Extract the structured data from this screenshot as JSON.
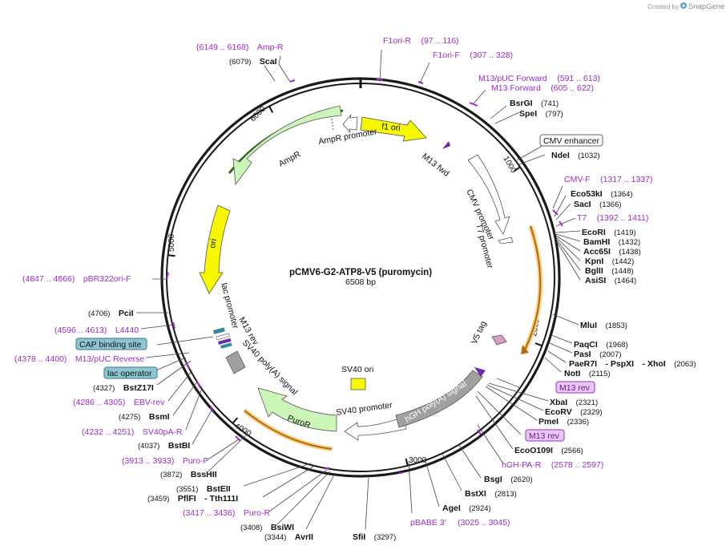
{
  "header": {
    "created_by": "Created by",
    "brand": "SnapGene"
  },
  "plasmid": {
    "name": "pCMV6-G2-ATP8-V5 (puromycin)",
    "length": "6508 bp",
    "total_bp": 6508
  },
  "ticks": [
    "1000",
    "2000",
    "3000",
    "4000",
    "5000",
    "6000"
  ],
  "features": [
    {
      "label": "f1 ori",
      "color": "#f7f700"
    },
    {
      "label": "AmpR promoter",
      "color": "#ffffff"
    },
    {
      "label": "AmpR",
      "color": "#ccf5b8"
    },
    {
      "label": "ori",
      "color": "#f7f700"
    },
    {
      "label": "lac promoter",
      "color": "#ffffff"
    },
    {
      "label": "M13 rev",
      "color": "#ffffff"
    },
    {
      "label": "SV40 poly(A) signal",
      "color": "#ffffff"
    },
    {
      "label": "PuroR",
      "color": "#ccf5b8"
    },
    {
      "label": "SV40 promoter",
      "color": "#ffffff"
    },
    {
      "label": "SV40 ori",
      "color": "#f7f700"
    },
    {
      "label": "hGH poly(A) signal",
      "color": "#a0a0a0"
    },
    {
      "label": "V5 tag",
      "color": "#d8a0c0"
    },
    {
      "label": "M13 fwd",
      "color": "#9b2bd0"
    },
    {
      "label": "CMV promoter",
      "color": "#ffffff"
    },
    {
      "label": "T7 promoter",
      "color": "#ffffff"
    }
  ],
  "boxed_labels": {
    "cmv_enhancer": "CMV enhancer",
    "cap_binding_site": "CAP binding site",
    "lac_operator": "lac operator",
    "m13_rev_1": "M13 rev",
    "m13_rev_2": "M13 rev"
  },
  "primers": {
    "amp_r": {
      "name": "Amp-R",
      "range": "(6149 .. 6168)"
    },
    "f1ori_r": {
      "name": "F1ori-R",
      "range": "(97 .. 116)"
    },
    "f1ori_f": {
      "name": "F1ori-F",
      "range": "(307 .. 328)"
    },
    "m13_puc_fwd": {
      "name": "M13/pUC Forward",
      "range": "(591 .. 613)"
    },
    "m13_fwd": {
      "name": "M13 Forward",
      "range": "(605 .. 622)"
    },
    "cmv_f": {
      "name": "CMV-F",
      "range": "(1317 .. 1337)"
    },
    "t7": {
      "name": "T7",
      "range": "(1392 .. 1411)"
    },
    "pbr322ori_f": {
      "name": "pBR322ori-F",
      "range": "(4847 .. 4866)"
    },
    "l4440": {
      "name": "L4440",
      "range": "(4596 .. 4613)"
    },
    "m13_puc_rev": {
      "name": "M13/pUC Reverse",
      "range": "(4378 .. 4400)"
    },
    "ebv_rev": {
      "name": "EBV-rev",
      "range": "(4286 .. 4305)"
    },
    "sv40pa_r": {
      "name": "SV40pA-R",
      "range": "(4232 .. 4251)"
    },
    "puro_f": {
      "name": "Puro-F",
      "range": "(3913 .. 3933)"
    },
    "puro_r": {
      "name": "Puro-R",
      "range": "(3417 .. 3436)"
    },
    "hgh_pa_r": {
      "name": "hGH-PA-R",
      "range": "(2578 .. 2597)"
    },
    "pbabe3": {
      "name": "pBABE 3'",
      "range": "(3025 .. 3045)"
    }
  },
  "enzymes": {
    "scai": {
      "name": "ScaI",
      "pos": "(6079)"
    },
    "bsrgi": {
      "name": "BsrGI",
      "pos": "(741)"
    },
    "spei": {
      "name": "SpeI",
      "pos": "(797)"
    },
    "ndei": {
      "name": "NdeI",
      "pos": "(1032)"
    },
    "eco53ki": {
      "name": "Eco53kI",
      "pos": "(1364)"
    },
    "saci": {
      "name": "SacI",
      "pos": "(1366)"
    },
    "ecori": {
      "name": "EcoRI",
      "pos": "(1419)"
    },
    "bamhi": {
      "name": "BamHI",
      "pos": "(1432)"
    },
    "acc65i": {
      "name": "Acc65I",
      "pos": "(1438)"
    },
    "kpni": {
      "name": "KpnI",
      "pos": "(1442)"
    },
    "bglii": {
      "name": "BglII",
      "pos": "(1448)"
    },
    "asisi": {
      "name": "AsiSI",
      "pos": "(1464)"
    },
    "mlui": {
      "name": "MluI",
      "pos": "(1853)"
    },
    "paqci": {
      "name": "PaqCI",
      "pos": "(1968)"
    },
    "pasi": {
      "name": "PasI",
      "pos": "(2007)"
    },
    "paer7i": {
      "name": "PaeR7I",
      "sep1": "- PspXI",
      "sep2": "- XhoI",
      "pos": "(2063)"
    },
    "noti": {
      "name": "NotI",
      "pos": "(2115)"
    },
    "xbai": {
      "name": "XbaI",
      "pos": "(2321)"
    },
    "ecorv": {
      "name": "EcoRV",
      "pos": "(2329)"
    },
    "pmei": {
      "name": "PmeI",
      "pos": "(2336)"
    },
    "eco0109i": {
      "name": "EcoO109I",
      "pos": "(2566)"
    },
    "bsgi": {
      "name": "BsgI",
      "pos": "(2620)"
    },
    "bstxi": {
      "name": "BstXI",
      "pos": "(2813)"
    },
    "agei": {
      "name": "AgeI",
      "pos": "(2924)"
    },
    "sfii": {
      "name": "SfiI",
      "pos": "(3297)"
    },
    "avrii": {
      "name": "AvrII",
      "pos": "(3344)"
    },
    "bsiwi": {
      "name": "BsiWI",
      "pos": "(3408)"
    },
    "pflfi": {
      "name": "PflFI",
      "sep": "- Tth111I",
      "pos": "(3459)"
    },
    "bsteii": {
      "name": "BstEII",
      "pos": "(3551)"
    },
    "bsshii": {
      "name": "BssHII",
      "pos": "(3872)"
    },
    "bstbi": {
      "name": "BstBI",
      "pos": "(4037)"
    },
    "bsmi": {
      "name": "BsmI",
      "pos": "(4275)"
    },
    "bstz17i": {
      "name": "BstZ17I",
      "pos": "(4327)"
    },
    "pcii": {
      "name": "PciI",
      "pos": "(4706)"
    }
  },
  "colors": {
    "backbone": "#1a1a1a",
    "primer": "#9b2bd0",
    "feature_yellow": "#f7f700",
    "feature_green": "#ccf5b8",
    "feature_orange_highlight": "#f5d08a",
    "cap_box": "#8ec6d0",
    "m13_box": "#e8c8f0"
  }
}
